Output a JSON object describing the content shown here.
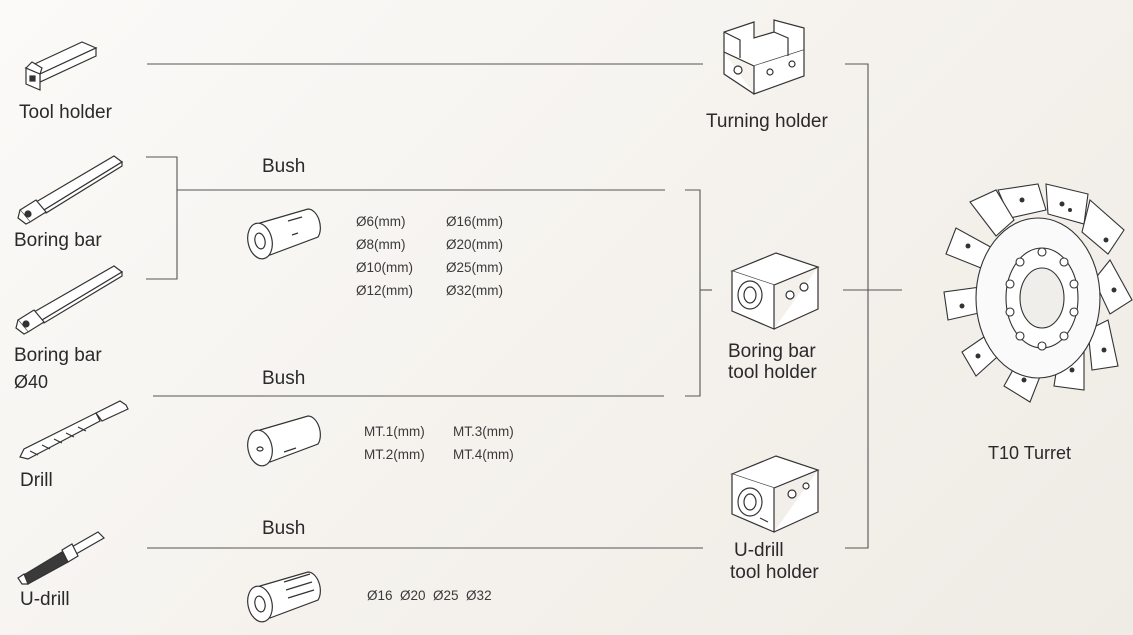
{
  "tools": {
    "tool_holder": "Tool holder",
    "boring_bar_1": "Boring bar",
    "boring_bar_2": "Boring bar",
    "boring_bar_2_size": "Ø40",
    "drill": "Drill",
    "u_drill": "U-drill"
  },
  "bushes": {
    "bush_1": {
      "label": "Bush",
      "specs_col1": [
        "Ø6(mm)",
        "Ø8(mm)",
        "Ø10(mm)",
        "Ø12(mm)"
      ],
      "specs_col2": [
        "Ø16(mm)",
        "Ø20(mm)",
        "Ø25(mm)",
        "Ø32(mm)"
      ]
    },
    "bush_2": {
      "label": "Bush",
      "specs_col1": [
        "MT.1(mm)",
        "MT.2(mm)"
      ],
      "specs_col2": [
        "MT.3(mm)",
        "MT.4(mm)"
      ]
    },
    "bush_3": {
      "label": "Bush",
      "specs": "Ø16  Ø20  Ø25  Ø32"
    }
  },
  "holders": {
    "turning": "Turning holder",
    "boring_line1": "Boring bar",
    "boring_line2": "tool holder",
    "udrill_line1": "U-drill",
    "udrill_line2": "tool holder"
  },
  "turret": "T10 Turret",
  "colors": {
    "line": "#4a4a4a",
    "text": "#2a2a2a"
  }
}
